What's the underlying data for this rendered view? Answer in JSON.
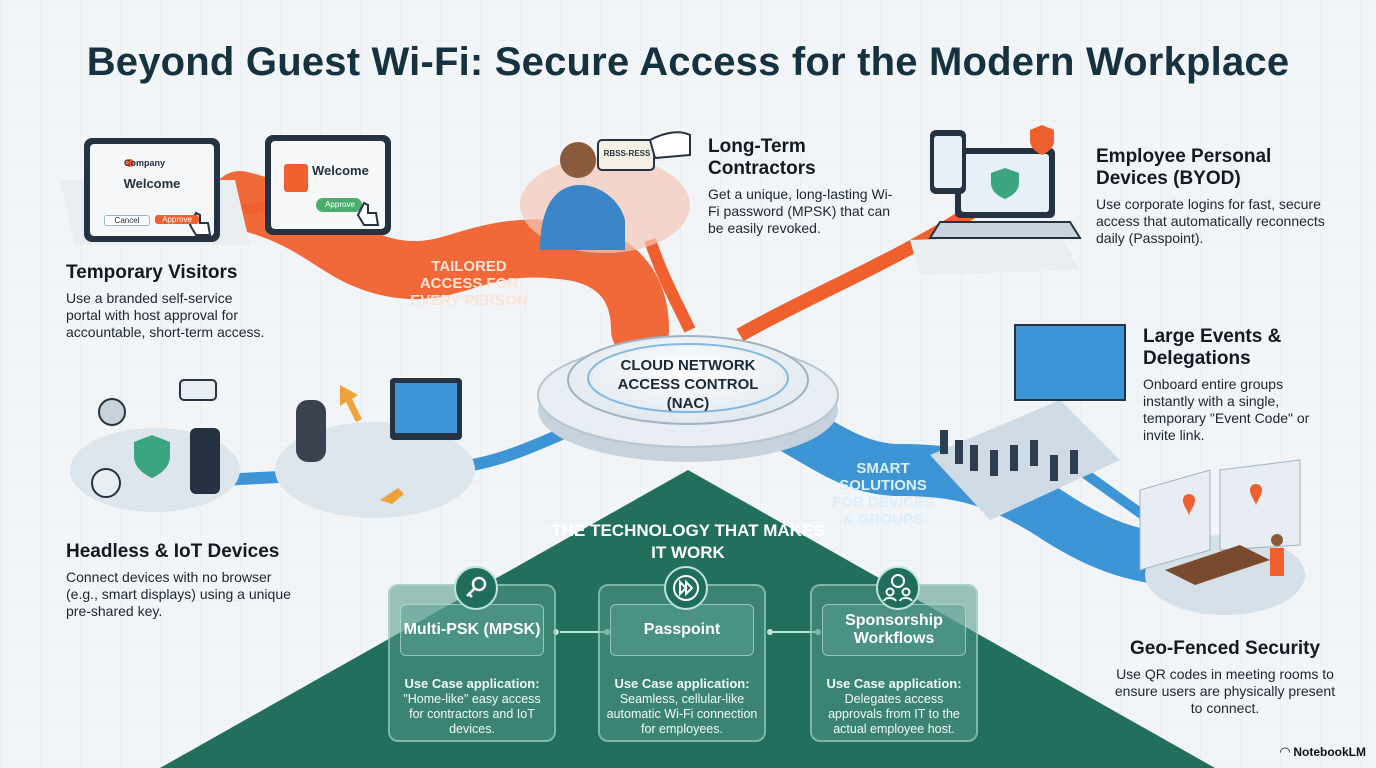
{
  "title": "Beyond Guest Wi-Fi: Secure Access for the Modern Workplace",
  "hub": {
    "label": "CLOUD NETWORK ACCESS CONTROL (NAC)"
  },
  "paths": {
    "tailored": "TAILORED ACCESS FOR EVERY PERSON",
    "smart": "SMART SOLUTIONS FOR DEVICES & GROUPS"
  },
  "use_cases": {
    "visitors": {
      "title": "Temporary Visitors",
      "text": "Use a branded self-service portal with host approval for accountable, short-term access."
    },
    "contractors": {
      "title": "Long-Term Contractors",
      "text": "Get a unique, long-lasting Wi-Fi password (MPSK) that can be easily revoked."
    },
    "byod": {
      "title": "Employee Personal Devices (BYOD)",
      "text": "Use corporate logins for fast, secure access that automatically reconnects daily (Passpoint)."
    },
    "iot": {
      "title": "Headless & IoT Devices",
      "text": "Connect devices with no browser (e.g., smart displays) using a unique pre-shared key."
    },
    "events": {
      "title": "Large Events & Delegations",
      "text": "Onboard entire groups instantly with a single, temporary \"Event Code\" or invite link."
    },
    "geo": {
      "title": "Geo-Fenced Security",
      "text": "Use QR codes in meeting rooms to ensure users are physically present to connect."
    }
  },
  "portal_mockups": {
    "company": "Company",
    "welcome": "Welcome",
    "cancel": "Cancel",
    "approve": "Approve",
    "key_card": "RBSS-RESS"
  },
  "technology": {
    "title": "THE TECHNOLOGY THAT MAKES IT WORK",
    "use_label": "Use Case application:",
    "cards": [
      {
        "name": "Multi-PSK (MPSK)",
        "text": "\"Home-like\" easy access for contractors and IoT devices.",
        "icon": "key-icon"
      },
      {
        "name": "Passpoint",
        "text": "Seamless, cellular-like automatic Wi-Fi connection for employees.",
        "icon": "fast-forward-icon"
      },
      {
        "name": "Sponsorship Workflows",
        "text": "Delegates access approvals from IT to the actual employee host.",
        "icon": "people-approval-icon"
      }
    ]
  },
  "brand": "NotebookLM",
  "colors": {
    "orange": "#f0602e",
    "blue": "#3d95d6",
    "teal": "#236f5e",
    "title": "#16313f"
  }
}
